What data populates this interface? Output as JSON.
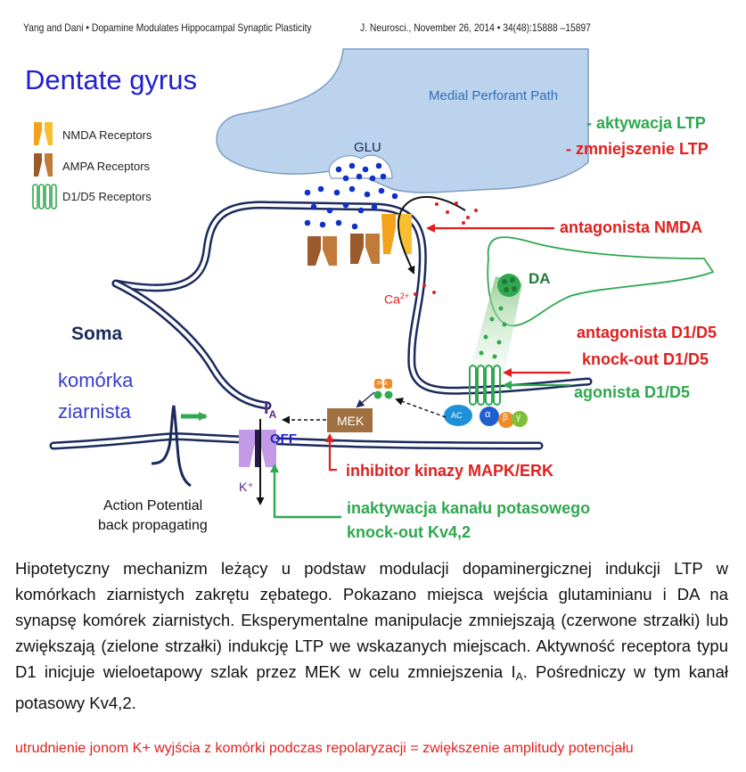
{
  "header": {
    "authors_title": "Yang and Dani • Dopamine Modulates Hippocampal Synaptic Plasticity",
    "journal": "J. Neurosci., November 26, 2014 • 34(48):15888 –15897"
  },
  "figure": {
    "title": "Dentate gyrus",
    "legend": {
      "nmda": "NMDA Receptors",
      "ampa": "AMPA Receptors",
      "d1d5": "D1/D5 Receptors"
    },
    "medial_perforant_path": "Medial Perforant Path",
    "glu": "GLU",
    "ca": "Ca",
    "ca_charge": "2+",
    "da": "DA",
    "soma": "Soma",
    "cell_line1": "komórka",
    "cell_line2": "ziarnista",
    "ia_letter": "I",
    "ia_sub": "A",
    "off": "OFF",
    "kplus": "K⁺",
    "mek": "MEK",
    "pka": "PKA",
    "ac": "AC",
    "alpha": "α",
    "beta": "β",
    "gamma": "γ",
    "ap_line1": "Action Potential",
    "ap_line2": "back propagating",
    "key_ltp_increase": "- aktywacja LTP",
    "key_ltp_decrease": "- zmniejszenie LTP",
    "nmda_antagonist": "antagonista NMDA",
    "d1_antagonist": "antagonista D1/D5",
    "d1_knockout": "knock-out D1/D5",
    "d1_agonist": "agonista D1/D5",
    "mapk_inhibitor": "inhibitor kinazy MAPK/ERK",
    "k_inactivation": "inaktywacja kanału potasowego",
    "kv42_knockout": "knock-out Kv4,2"
  },
  "caption": {
    "text_before_sub": "Hipotetyczny mechanizm leżący u podstaw modulacji dopaminergicznej indukcji LTP w komórkach ziarnistych zakrętu zębatego. Pokazano miejsca wejścia glutaminianu i DA na synapsę komórek ziarnistych. Eksperymentalne manipulacje zmniejszają (czerwone strzałki) lub zwiększają (zielone strzałki) indukcję LTP we wskazanych miejscach. Aktywność receptora typu D1 inicjuje wieloetapowy szlak przez MEK w celu zmniejszenia I",
    "sub": "A",
    "text_after_sub": ". Pośredniczy w tym kanał potasowy Kv4,2.",
    "footnote": "utrudnienie jonom K+ wyjścia z komórki podczas repolaryzacji = zwiększenie amplitudy potencjału"
  },
  "colors": {
    "title_blue": "#1f1fd0",
    "increase_green": "#2fa84f",
    "decrease_red": "#e0201e",
    "membrane_navy": "#1b2a5e",
    "terminal_blue": "#bcd3ee",
    "glutamate_blue": "#1030c8",
    "nmda_orange": "#f3a21a",
    "ampa_brown": "#9a5a2a",
    "d1_green": "#2fa84f",
    "mek_brown": "#a07040",
    "k_channel_purple": "#c39ae8"
  }
}
